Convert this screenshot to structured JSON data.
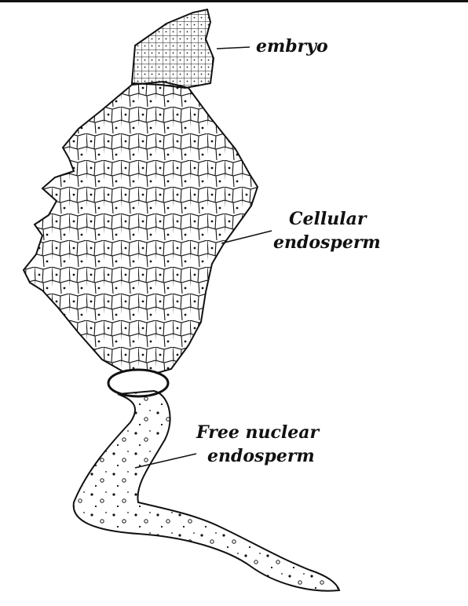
{
  "labels": {
    "embryo": "embryo",
    "cellular_line1": "Cellular",
    "cellular_line2": "endosperm",
    "free_line1": "Free nuclear",
    "free_line2": "endosperm"
  },
  "colors": {
    "ink": "#111111",
    "background": "#ffffff"
  }
}
